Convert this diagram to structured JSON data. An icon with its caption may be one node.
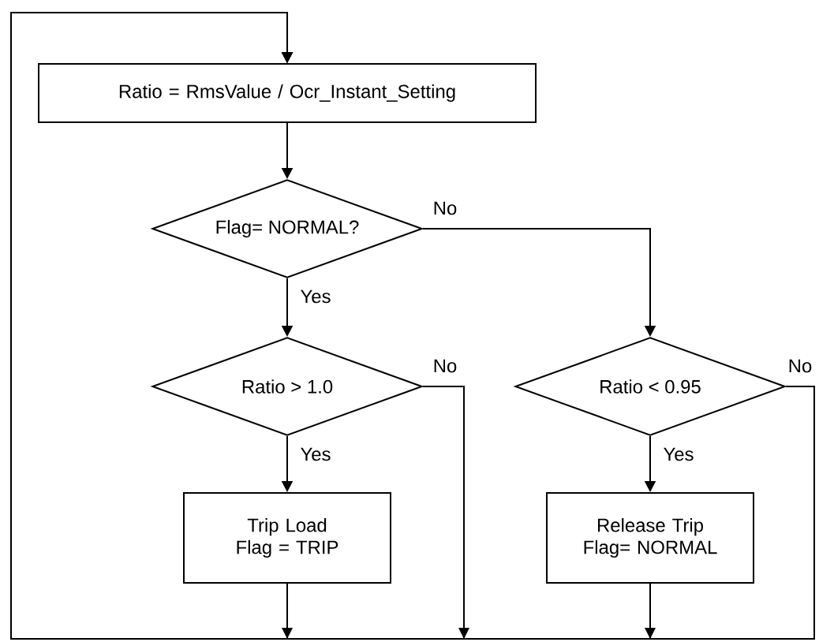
{
  "diagram": {
    "nodes": [
      {
        "text": [
          "Ratio = RmsValue / Ocr_Instant_Setting"
        ]
      },
      {
        "text": [
          "Flag= NORMAL?"
        ]
      },
      {
        "text": [
          "Ratio > 1.0"
        ]
      },
      {
        "text": [
          "Trip Load Flag = TRIP"
        ]
      },
      {
        "text": [
          "Ratio < 0.95"
        ]
      },
      {
        "text": [
          "Release Trip Flag= NORMAL"
        ]
      }
    ],
    "edges": [
      {
        "from": 0,
        "to": 1,
        "arrow": "to"
      },
      {
        "from": 1,
        "to": 2,
        "arrow": "to",
        "label": "Yes"
      },
      {
        "from": 1,
        "to": 4,
        "arrow": "to",
        "label": "No"
      },
      {
        "from": 2,
        "to": 3,
        "arrow": "to",
        "label": "Yes"
      },
      {
        "from": 2,
        "to": 0,
        "arrow": "to",
        "label": "No"
      },
      {
        "from": 4,
        "to": 5,
        "arrow": "to",
        "label": "Yes"
      },
      {
        "from": 4,
        "to": 0,
        "arrow": "to",
        "label": "No"
      },
      {
        "from": 3,
        "to": 0,
        "arrow": "to"
      },
      {
        "from": 5,
        "to": 0,
        "arrow": "to"
      }
    ]
  }
}
